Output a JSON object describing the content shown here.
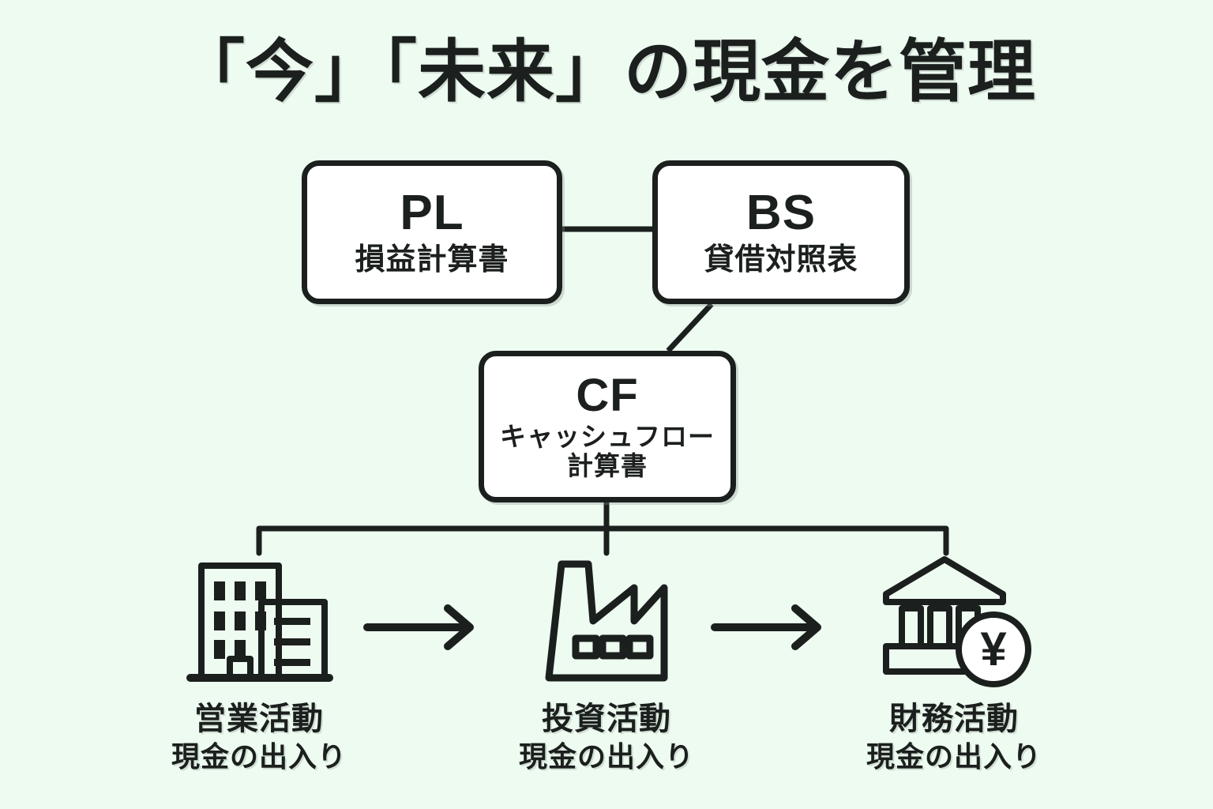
{
  "page": {
    "title": "「今」「未来」の現金を管理",
    "background_color": "#edfbf0",
    "ink_color": "#1b1f1d",
    "box_fill_color": "#ffffff"
  },
  "statements": {
    "pl": {
      "acronym": "PL",
      "name": "損益計算書"
    },
    "bs": {
      "acronym": "BS",
      "name": "貸借対照表"
    },
    "cf": {
      "acronym": "CF",
      "name_line1": "キャッシュフロー",
      "name_line2": "計算書"
    }
  },
  "activities": [
    {
      "id": "operating",
      "icon": "office-building-icon",
      "label_line1": "営業活動",
      "label_line2": "現金の出入り"
    },
    {
      "id": "investing",
      "icon": "factory-icon",
      "label_line1": "投資活動",
      "label_line2": "現金の出入り"
    },
    {
      "id": "financing",
      "icon": "bank-with-yen-coin-icon",
      "label_line1": "財務活動",
      "label_line2": "現金の出入り"
    }
  ],
  "arrows": [
    {
      "id": "arrow-operating-to-investing",
      "icon": "right-arrow-icon"
    },
    {
      "id": "arrow-investing-to-financing",
      "icon": "right-arrow-icon"
    }
  ],
  "connectors": [
    {
      "id": "pl-to-bs",
      "type": "horizontal"
    },
    {
      "id": "bs-to-cf",
      "type": "diagonal"
    },
    {
      "id": "cf-to-activities",
      "type": "bus"
    }
  ]
}
